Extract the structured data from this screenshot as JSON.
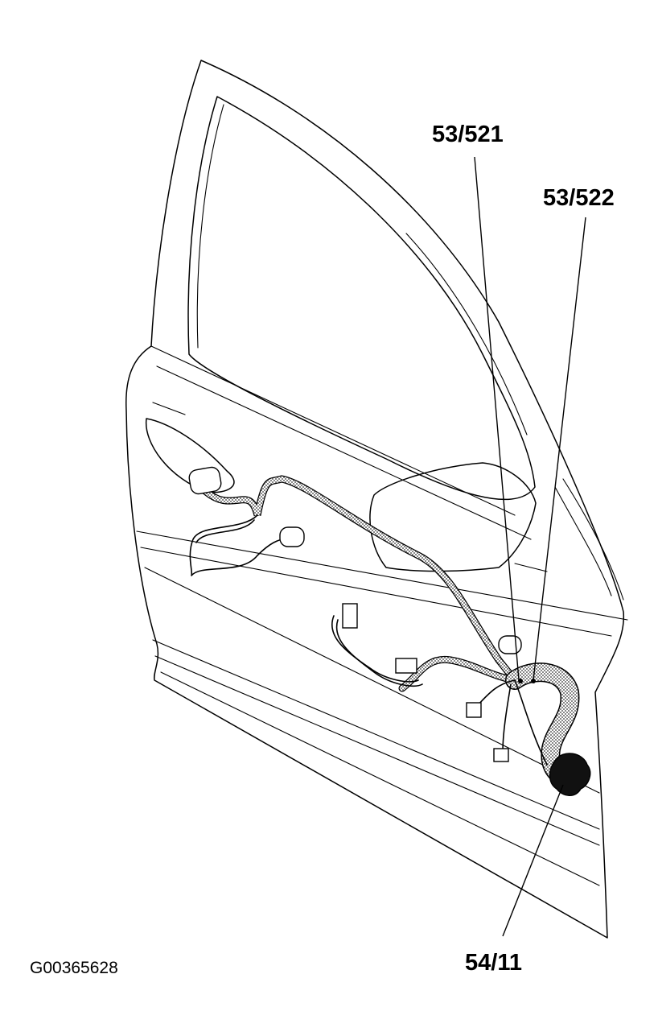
{
  "labels": {
    "callout_1": "53/521",
    "callout_2": "53/522",
    "callout_3": "54/11",
    "figure_ref": "G00365628"
  }
}
